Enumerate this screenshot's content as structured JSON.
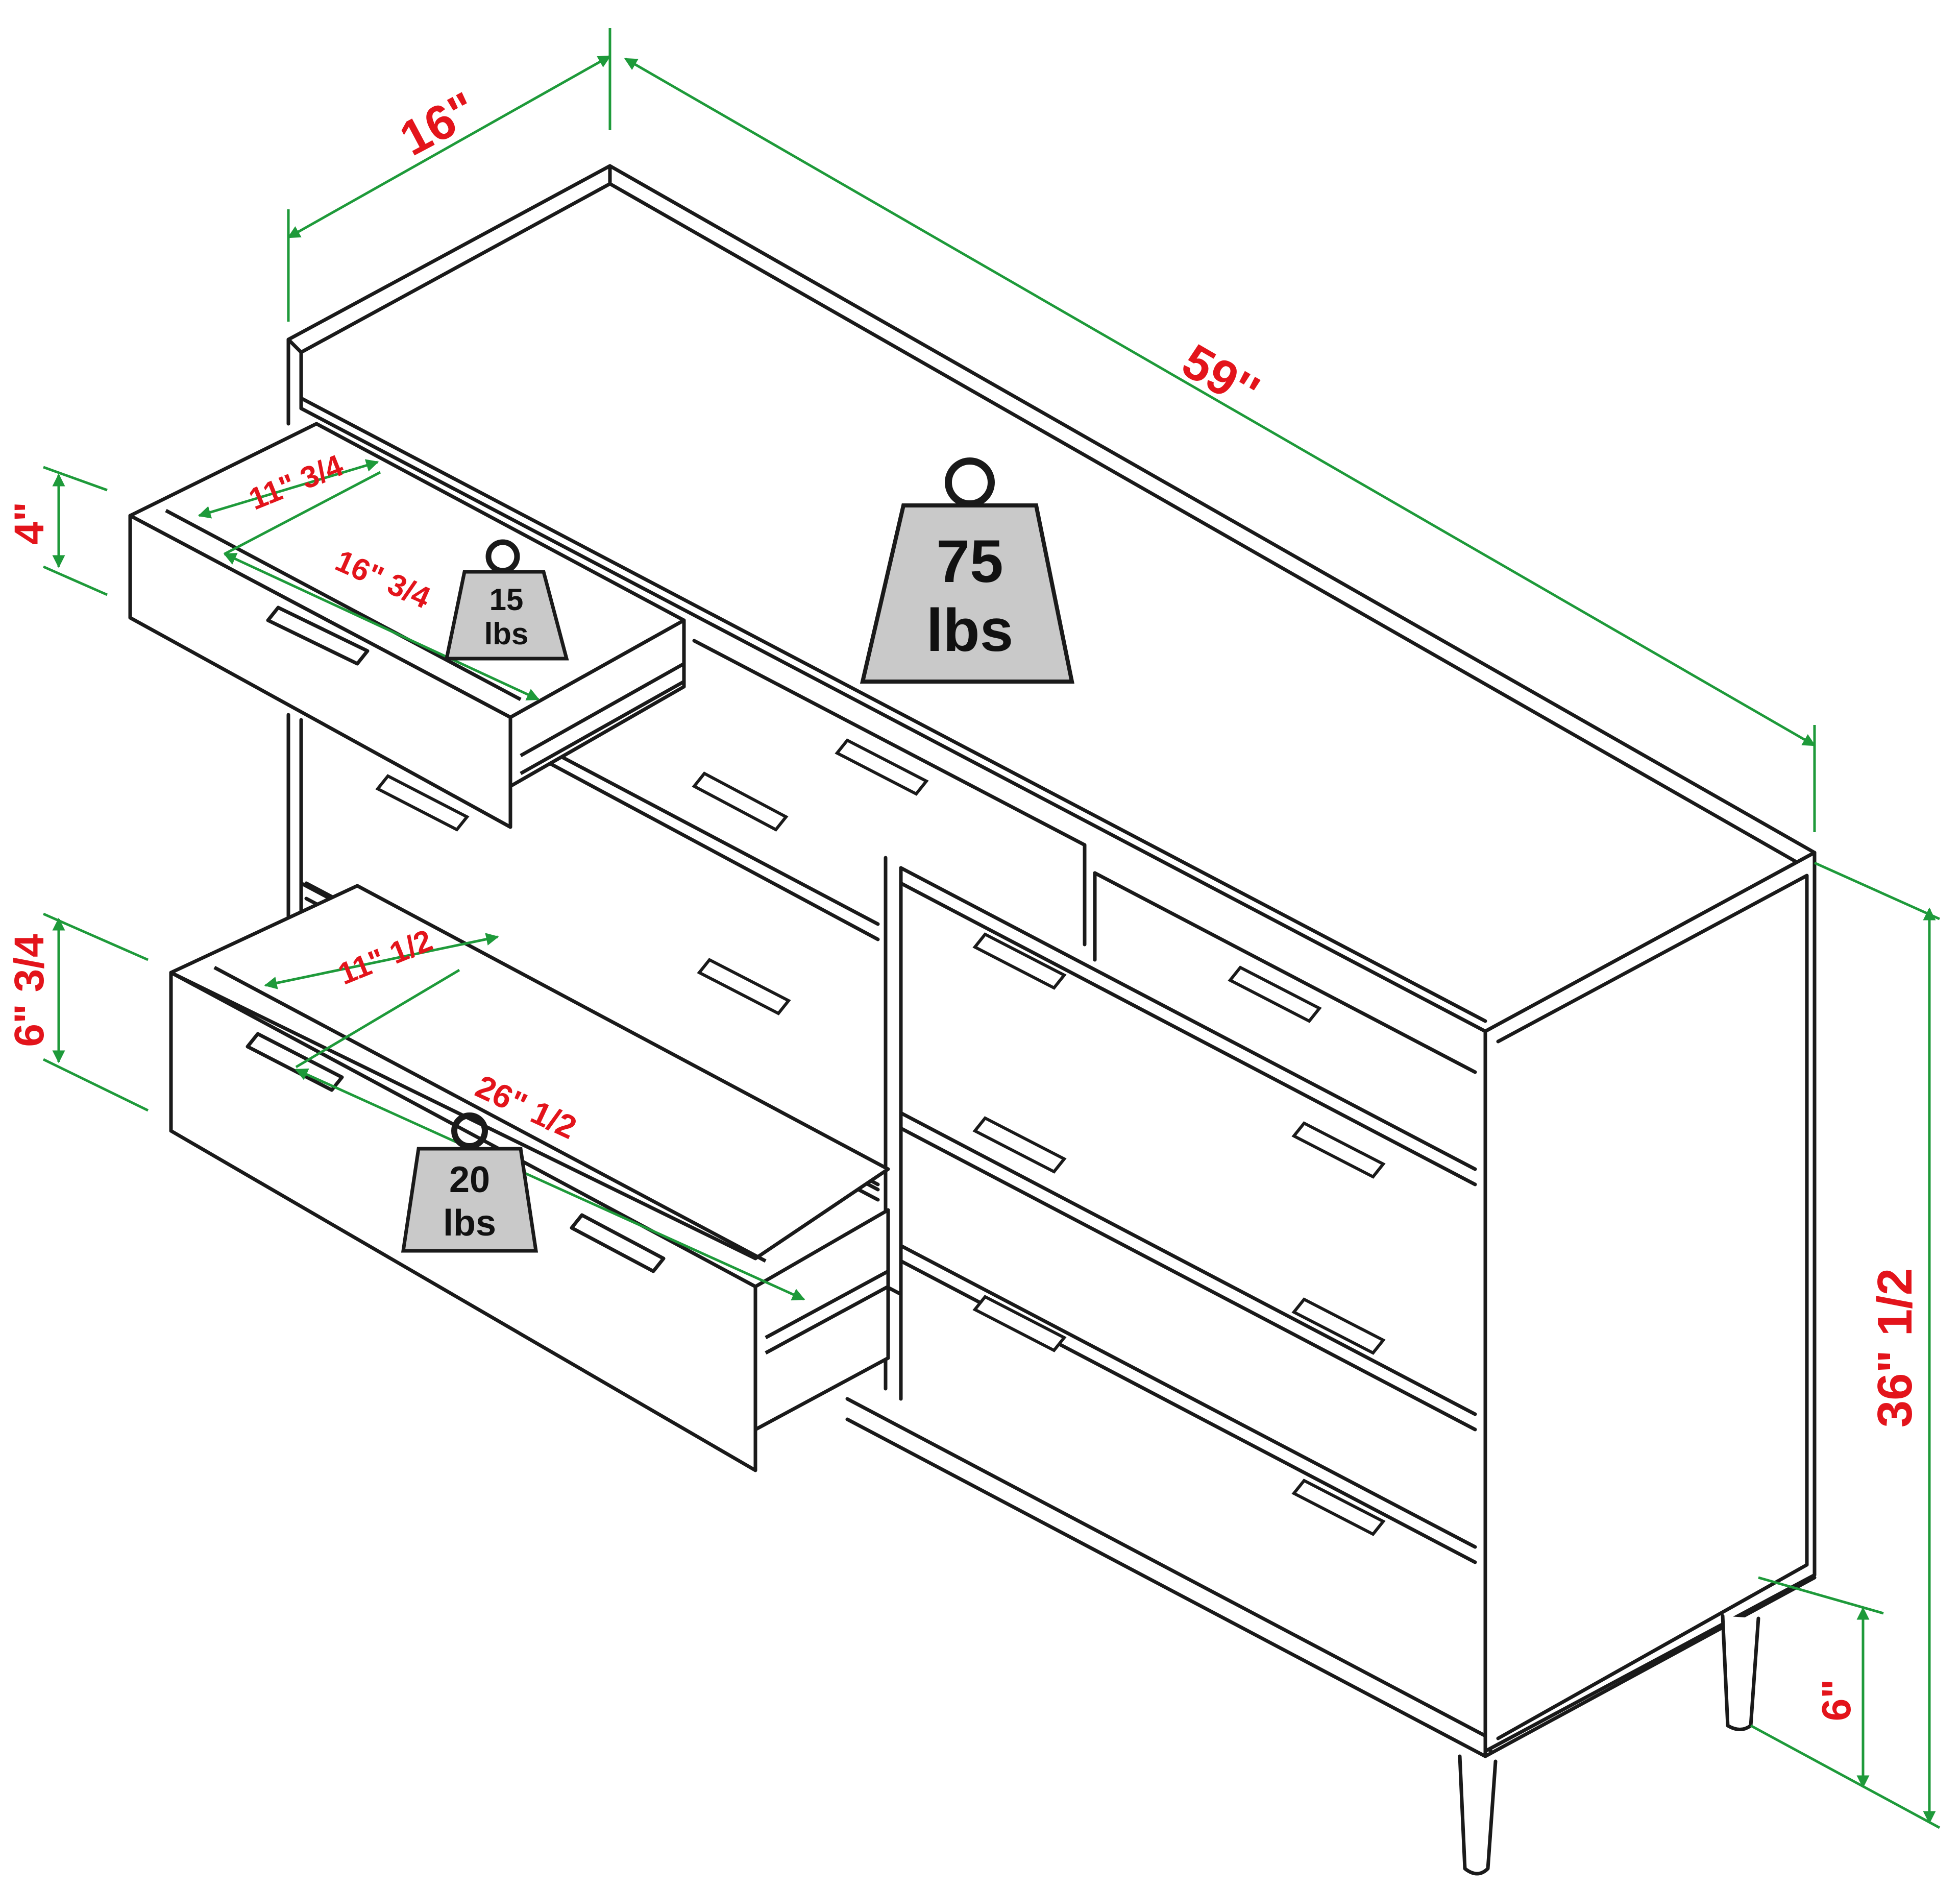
{
  "colors": {
    "outline": "#1a1a1a",
    "dimension_line": "#1e9a3a",
    "dimension_text": "#e3141b",
    "weight_fill": "#c9c9c9",
    "weight_text": "#111111"
  },
  "dimensions": {
    "depth": "16\"",
    "width": "59''",
    "height": "36\" 1/2",
    "leg_height": "6\"",
    "small_drawer_height": "4\"",
    "small_drawer_inner_width": "11\" 3/4",
    "small_drawer_inner_depth": "16\" 3/4",
    "large_drawer_height": "6\" 3/4",
    "large_drawer_inner_width": "11\" 1/2",
    "large_drawer_inner_depth": "26\" 1/2"
  },
  "weights": {
    "top": {
      "value": "75",
      "unit": "lbs"
    },
    "small_drawer": {
      "value": "15",
      "unit": "lbs"
    },
    "large_drawer": {
      "value": "20",
      "unit": "lbs"
    }
  }
}
